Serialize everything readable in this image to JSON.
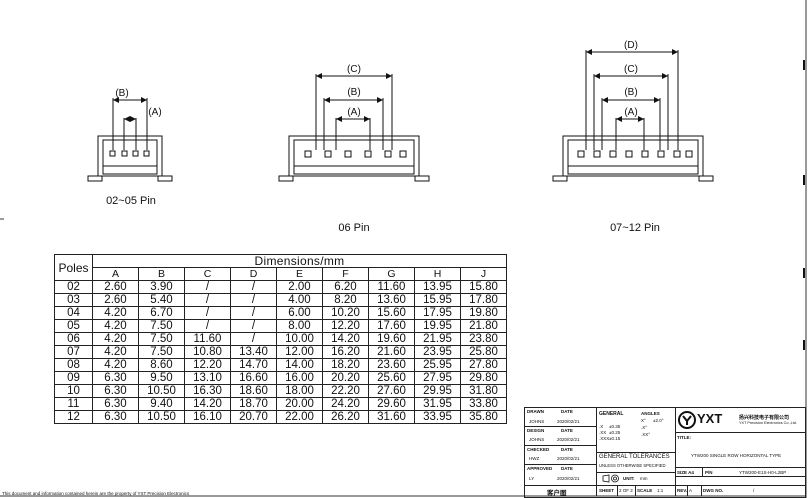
{
  "views": [
    {
      "label": "02~05 Pin",
      "dims": [
        "(B)",
        "(A)"
      ]
    },
    {
      "label": "06 Pin",
      "dims": [
        "(C)",
        "(B)",
        "(A)"
      ]
    },
    {
      "label": "07~12 Pin",
      "dims": [
        "(D)",
        "(C)",
        "(B)",
        "(A)"
      ]
    }
  ],
  "table": {
    "poles_header": "Poles",
    "dimensions_header": "Dimensions/mm",
    "columns": [
      "A",
      "B",
      "C",
      "D",
      "E",
      "F",
      "G",
      "H",
      "J"
    ],
    "rows": [
      [
        "02",
        "2.60",
        "3.90",
        "/",
        "/",
        "2.00",
        "6.20",
        "11.60",
        "13.95",
        "15.80"
      ],
      [
        "03",
        "2.60",
        "5.40",
        "/",
        "/",
        "4.00",
        "8.20",
        "13.60",
        "15.95",
        "17.80"
      ],
      [
        "04",
        "4.20",
        "6.70",
        "/",
        "/",
        "6.00",
        "10.20",
        "15.60",
        "17.95",
        "19.80"
      ],
      [
        "05",
        "4.20",
        "7.50",
        "/",
        "/",
        "8.00",
        "12.20",
        "17.60",
        "19.95",
        "21.80"
      ],
      [
        "06",
        "4.20",
        "7.50",
        "11.60",
        "/",
        "10.00",
        "14.20",
        "19.60",
        "21.95",
        "23.80"
      ],
      [
        "07",
        "4.20",
        "7.50",
        "10.80",
        "13.40",
        "12.00",
        "16.20",
        "21.60",
        "23.95",
        "25.80"
      ],
      [
        "08",
        "4.20",
        "8.60",
        "12.20",
        "14.70",
        "14.00",
        "18.20",
        "23.60",
        "25.95",
        "27.80"
      ],
      [
        "09",
        "6.30",
        "9.50",
        "13.10",
        "16.60",
        "16.00",
        "20.20",
        "25.60",
        "27.95",
        "29.80"
      ],
      [
        "10",
        "6.30",
        "10.50",
        "16.30",
        "18.60",
        "18.00",
        "22.20",
        "27.60",
        "29.95",
        "31.80"
      ],
      [
        "11",
        "6.30",
        "9.40",
        "14.20",
        "18.70",
        "20.00",
        "24.20",
        "29.60",
        "31.95",
        "33.80"
      ],
      [
        "12",
        "6.30",
        "10.50",
        "16.10",
        "20.70",
        "22.00",
        "26.20",
        "31.60",
        "33.95",
        "35.80"
      ]
    ]
  },
  "titleblock": {
    "drawn": "DRAWN",
    "drawn_date": "DATE",
    "drawn_name": "JOHNS",
    "drawn_date_val": "2020/02/21",
    "design": "DESIGN",
    "design_date": "DATE",
    "design_name": "JOHNS",
    "design_date_val": "2020/02/21",
    "checked": "CHECKED",
    "checked_date": "DATE",
    "checked_name": "HWZ",
    "checked_date_val": "2020/02/21",
    "approved": "APPROVED",
    "approved_date": "DATE",
    "approved_name": "LY",
    "approved_date_val": "2020/02/21",
    "customer": "客户图",
    "general": "GENERAL",
    "tol_x": ".X",
    "tol_x_val": "±0.35",
    "tol_xx": ".XX",
    "tol_xx_val": "±0.25",
    "tol_xxx": ".XXX",
    "tol_xxx_val": "±0.15",
    "angles": "ANGLES",
    "ang_x": "X°",
    "ang_x_val": "±2.0°",
    "ang_xx": ".X°",
    "ang_xxx": ".XX°",
    "general_tolerances": "GENERAL TOLERANCES",
    "unless": "UNLESS OTHERWISE SPECIFIED",
    "unit_label": "UNIT:",
    "unit_val": "mm",
    "sheet_label": "SHEET",
    "sheet_val": "2 OF 2",
    "scale_label": "SCALE",
    "scale_val": "1:1",
    "logo": "YXT",
    "company_cn": "扬兴科技电子有限公司",
    "company_en": "YXT Precision Electronics Co.,Ltd.",
    "title_label": "TITLE:",
    "title_val": "YTW200 SINGLE ROW HORIZONTAL TYPE",
    "size_label": "SIZE A4",
    "pn_label": "P/N",
    "pn_val": "YTW200-E1S-H0-L2BP",
    "rev_label": "REV.",
    "rev_val": "A",
    "dwg_label": "DWG NO.",
    "dwg_val": "/"
  },
  "footer_note": "This document and information contained herein are the property of YXT Precision Electronics"
}
